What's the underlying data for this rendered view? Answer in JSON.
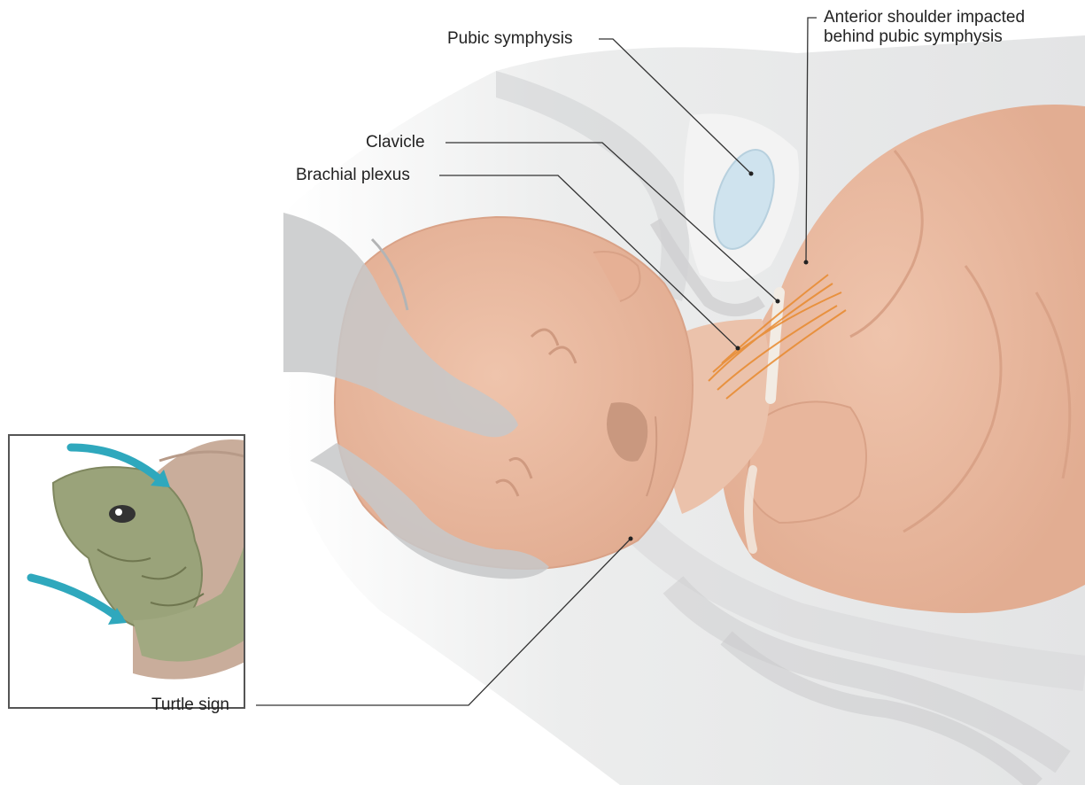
{
  "labels": {
    "pubic_symphysis": "Pubic symphysis",
    "anterior_shoulder_line1": "Anterior shoulder impacted",
    "anterior_shoulder_line2": "behind pubic symphysis",
    "clavicle": "Clavicle",
    "brachial_plexus": "Brachial plexus",
    "turtle_sign": "Turtle sign"
  },
  "colors": {
    "skin": "#eab9a0",
    "skin_shadow": "#d9a287",
    "maternal_tissue": "#e4e5e6",
    "pubic_symphysis": "#cfe3ee",
    "nerve": "#e88a2e",
    "turtle": "#9aa37a",
    "arrow": "#2fa8bd"
  }
}
